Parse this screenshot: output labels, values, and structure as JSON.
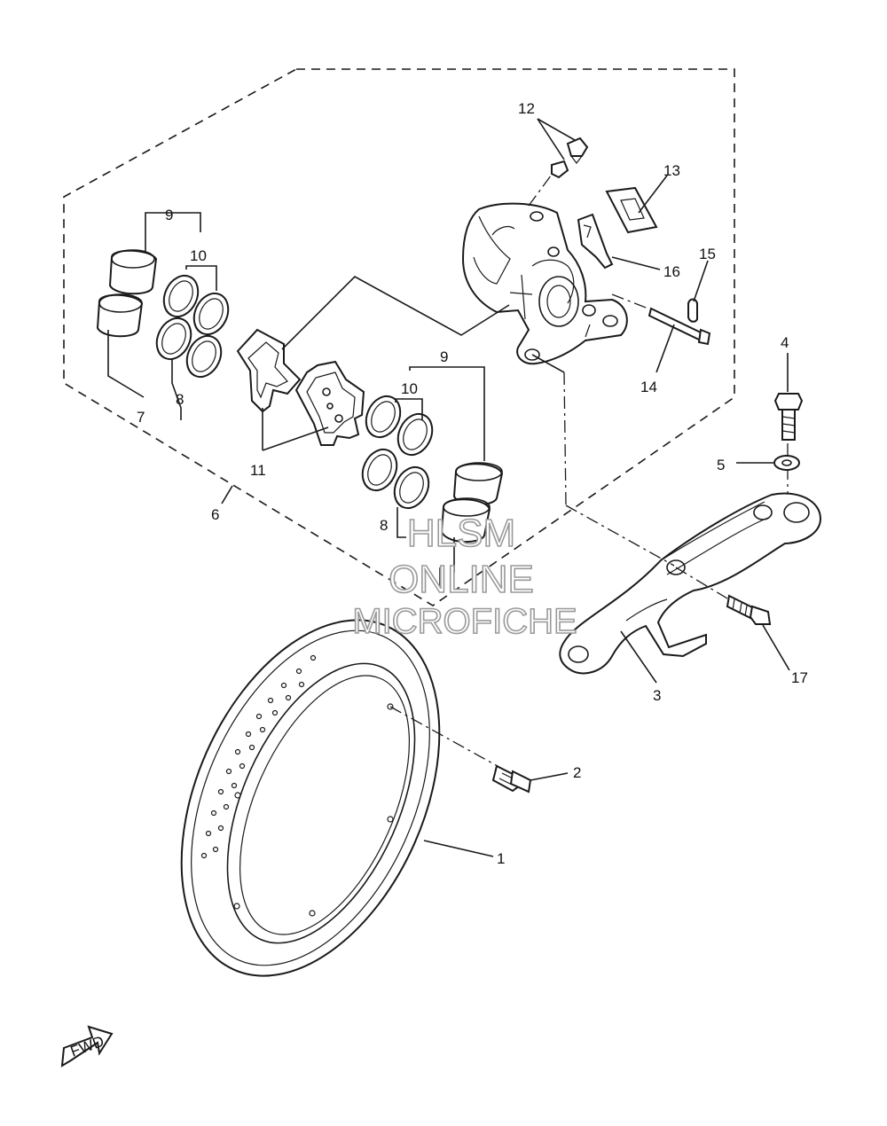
{
  "callouts": [
    {
      "id": "c1",
      "label": "1"
    },
    {
      "id": "c2",
      "label": "2"
    },
    {
      "id": "c3",
      "label": "3"
    },
    {
      "id": "c4",
      "label": "4"
    },
    {
      "id": "c5",
      "label": "5"
    },
    {
      "id": "c6",
      "label": "6"
    },
    {
      "id": "c7",
      "label": "7"
    },
    {
      "id": "c8a",
      "label": "8"
    },
    {
      "id": "c8b",
      "label": "8"
    },
    {
      "id": "c9a",
      "label": "9"
    },
    {
      "id": "c9b",
      "label": "9"
    },
    {
      "id": "c10a",
      "label": "10"
    },
    {
      "id": "c10b",
      "label": "10"
    },
    {
      "id": "c11",
      "label": "11"
    },
    {
      "id": "c12",
      "label": "12"
    },
    {
      "id": "c13",
      "label": "13"
    },
    {
      "id": "c14",
      "label": "14"
    },
    {
      "id": "c15",
      "label": "15"
    },
    {
      "id": "c16",
      "label": "16"
    },
    {
      "id": "c17",
      "label": "17"
    }
  ],
  "watermark": {
    "line1": "HLSM",
    "line2": "ONLINE",
    "line3": "MICROFICHE"
  },
  "direction_badge": {
    "label": "FWD"
  }
}
